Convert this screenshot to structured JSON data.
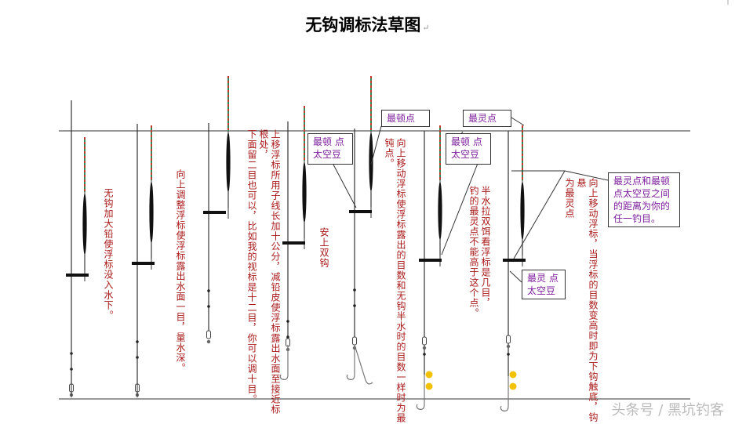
{
  "title": "无钩调标法草图",
  "title_mark": "↵",
  "captions": {
    "c1": [
      "无钩加大铅使浮标没入水下。"
    ],
    "c2": [
      "向上调整浮标使浮标露出水面一目，量水深。"
    ],
    "c3": [
      "上移浮标所用子线长加十公分，减铅皮使浮标露出水面至接近标根处，",
      "下面留二目也可以，比如我的视标是十二目，你可以调十目。"
    ],
    "c4": [
      "安上双钩"
    ],
    "c5": [
      "向上移动浮标使浮标露出的目数和无钩半水时的目数一样时为最钝点。"
    ],
    "c6": [
      "半水拉双饵看浮标是几目，",
      "钓的最灵点不能高于这个点。"
    ],
    "c7": [
      "向上移动浮标，当浮标的目数变高时即为下钩触底，钩悬",
      "为最灵点"
    ]
  },
  "boxes": {
    "b1": [
      "最顿 点",
      "太空豆"
    ],
    "b2": [
      "最顿点"
    ],
    "b3": [
      "最灵点"
    ],
    "b4": [
      "最顿 点",
      "太空豆"
    ],
    "b5": [
      "最灵点和最顿",
      "点太空豆之间",
      "的距离为你的",
      "任一钓目。"
    ],
    "b6": [
      "最灵 点",
      "太空豆"
    ]
  },
  "colors": {
    "caption": "#a81818",
    "box_text": "#7d1f9c",
    "float_red": "#c0392b",
    "float_green": "#2e8b57",
    "bait": "#f2c200"
  },
  "watermark": "头条号 / 黑坑钓客"
}
